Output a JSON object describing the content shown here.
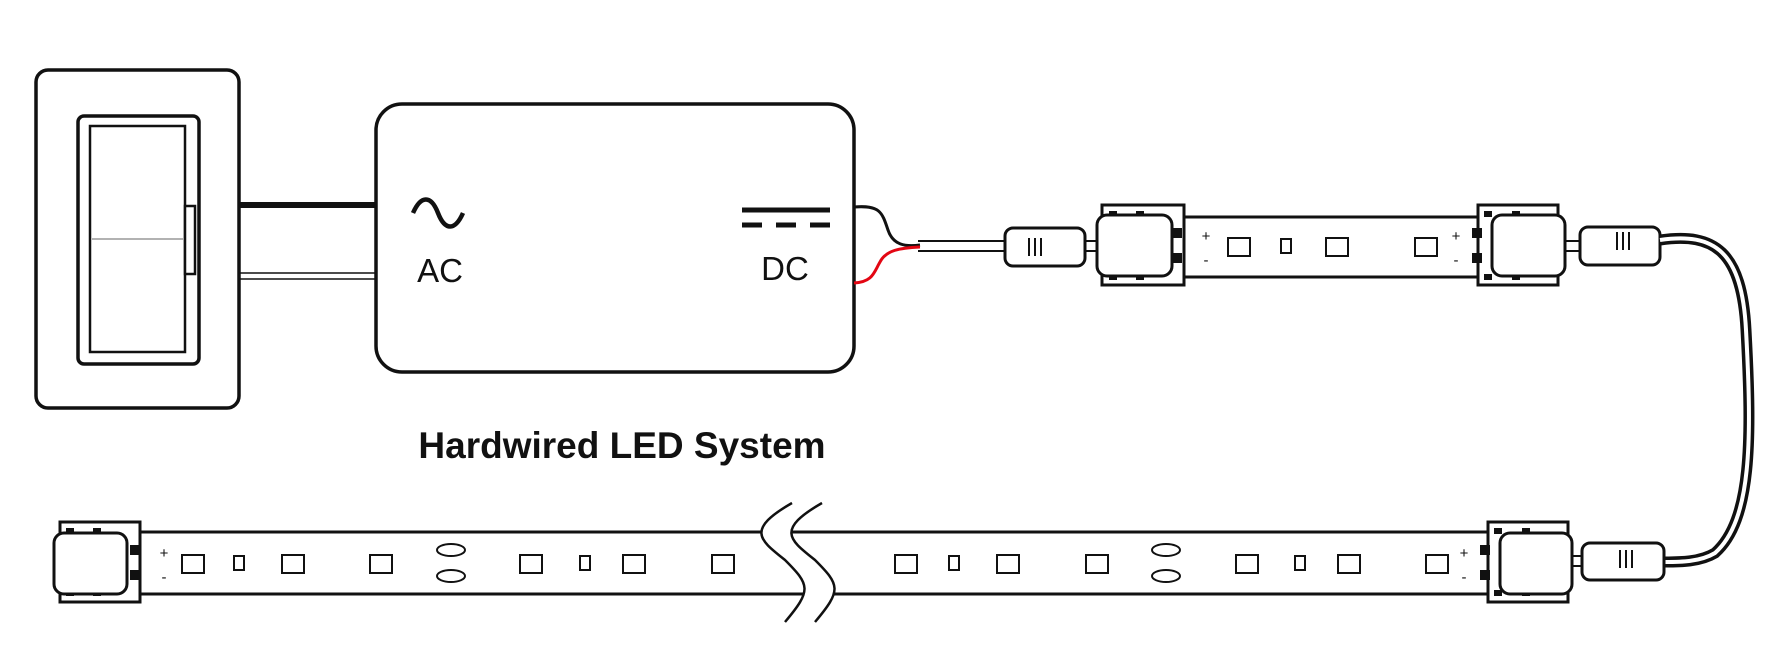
{
  "title": "Hardwired LED System",
  "driver": {
    "input_label": "AC",
    "output_label": "DC"
  },
  "strip_polarity": {
    "positive": "+",
    "negative": "-"
  },
  "colors": {
    "line": "#111111",
    "positive_wire": "#e30613",
    "background": "#ffffff"
  },
  "icons": [
    "wall-switch-icon",
    "ac-sine-icon",
    "dc-symbol-icon",
    "connector-icon",
    "cut-break-icon"
  ]
}
